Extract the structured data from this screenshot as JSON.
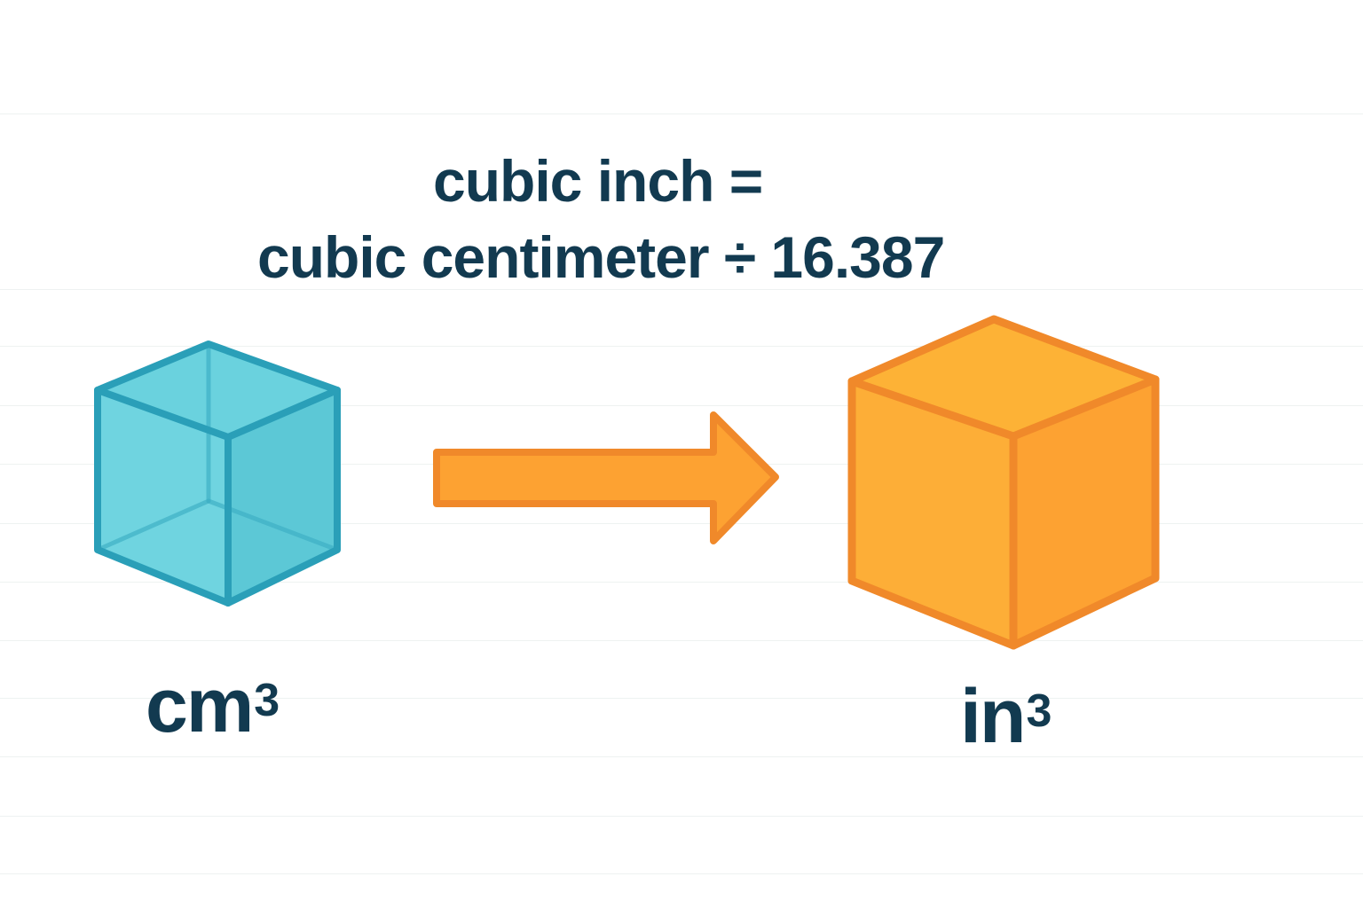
{
  "formula": {
    "line1": "cubic inch =",
    "line2": "cubic centimeter ÷ 16.387",
    "divisor": 16.387
  },
  "source_unit": {
    "name": "cubic centimeter",
    "label_base": "cm",
    "label_exponent": "3",
    "color_fill": "#5ccad8",
    "color_stroke": "#2a9fb8"
  },
  "target_unit": {
    "name": "cubic inch",
    "label_base": "in",
    "label_exponent": "3",
    "color_fill": "#fdae37",
    "color_stroke": "#f0892a"
  },
  "arrow": {
    "direction": "right",
    "icon": "arrow-right-icon",
    "color_fill": "#fda232",
    "color_stroke": "#f0892a"
  },
  "colors": {
    "text": "#123a50",
    "background": "#ffffff",
    "grid": "#eef2f1"
  }
}
